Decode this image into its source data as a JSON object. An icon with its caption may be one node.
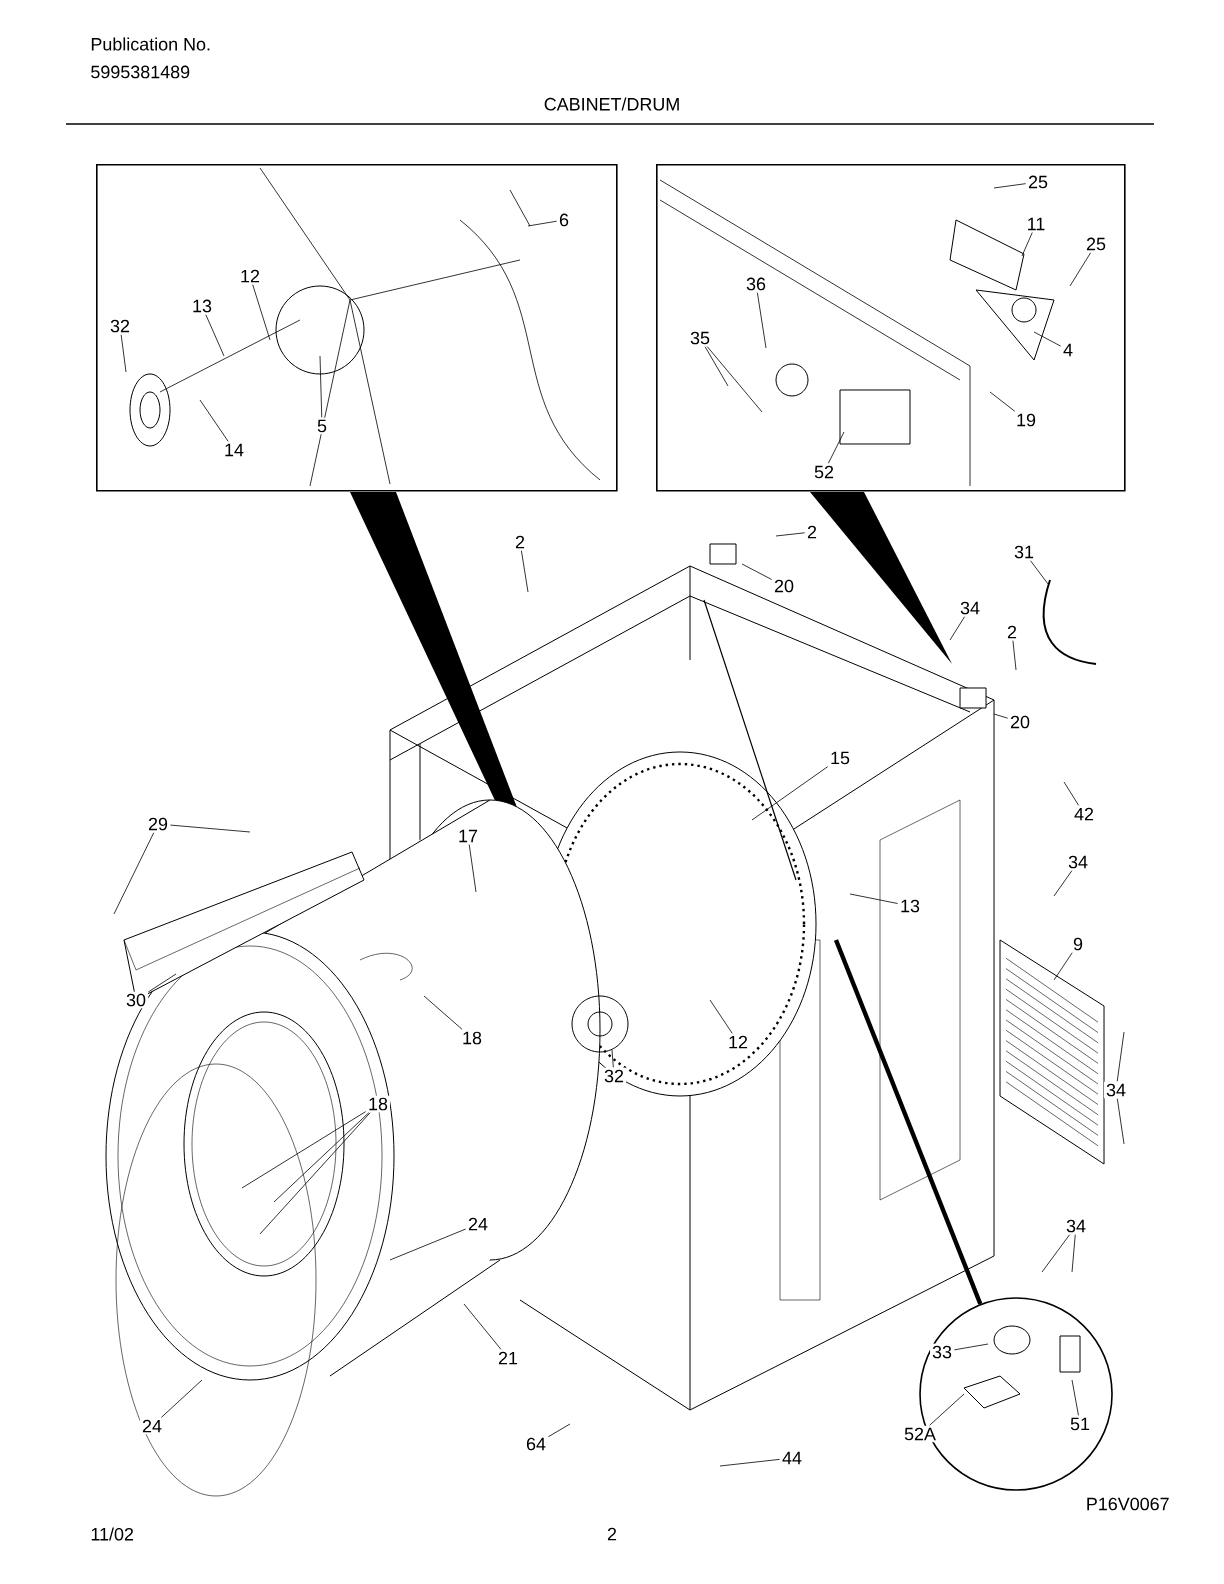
{
  "diagram": {
    "title": "CABINET/DRUM",
    "nodes": [
      {
        "text": [],
        "shape": "box"
      },
      {
        "text": [],
        "shape": "box"
      },
      {
        "text": [],
        "shape": "circle"
      },
      {
        "text": [
          "6"
        ],
        "in": 0
      },
      {
        "text": [
          "12"
        ],
        "in": 0
      },
      {
        "text": [
          "13"
        ],
        "in": 0
      },
      {
        "text": [
          "32"
        ],
        "in": 0
      },
      {
        "text": [
          "14"
        ],
        "in": 0
      },
      {
        "text": [
          "5"
        ],
        "in": 0
      },
      {
        "text": [
          "25"
        ],
        "in": 1
      },
      {
        "text": [
          "11"
        ],
        "in": 1
      },
      {
        "text": [
          "36"
        ],
        "in": 1
      },
      {
        "text": [
          "25"
        ],
        "in": 1
      },
      {
        "text": [
          "35"
        ],
        "in": 1
      },
      {
        "text": [
          "4"
        ],
        "in": 1
      },
      {
        "text": [
          "52"
        ],
        "in": 1
      },
      {
        "text": [
          "19"
        ],
        "in": 1
      },
      {
        "text": [
          "2"
        ]
      },
      {
        "text": [
          "2"
        ]
      },
      {
        "text": [
          "20"
        ]
      },
      {
        "text": [
          "31"
        ]
      },
      {
        "text": [
          "34"
        ]
      },
      {
        "text": [
          "2"
        ]
      },
      {
        "text": [
          "20"
        ]
      },
      {
        "text": [
          "15"
        ]
      },
      {
        "text": [
          "29"
        ]
      },
      {
        "text": [
          "17"
        ]
      },
      {
        "text": [
          "42"
        ]
      },
      {
        "text": [
          "13"
        ]
      },
      {
        "text": [
          "34"
        ]
      },
      {
        "text": [
          "30"
        ]
      },
      {
        "text": [
          "18"
        ]
      },
      {
        "text": [
          "9"
        ]
      },
      {
        "text": [
          "12"
        ]
      },
      {
        "text": [
          "18"
        ]
      },
      {
        "text": [
          "32"
        ]
      },
      {
        "text": [
          "34"
        ]
      },
      {
        "text": [
          "24"
        ]
      },
      {
        "text": [
          "34"
        ]
      },
      {
        "text": [
          "21"
        ]
      },
      {
        "text": [
          "24"
        ]
      },
      {
        "text": [
          "33"
        ],
        "in": 2
      },
      {
        "text": [
          "51"
        ],
        "in": 2
      },
      {
        "text": [
          "52A"
        ]
      },
      {
        "text": [
          "64"
        ]
      },
      {
        "text": [
          "44"
        ]
      }
    ],
    "edges": [
      {
        "from": 3,
        "to": null,
        "arrow": "none"
      },
      {
        "from": 4,
        "to": null,
        "arrow": "none"
      },
      {
        "from": 5,
        "to": null,
        "arrow": "none"
      },
      {
        "from": 6,
        "to": null,
        "arrow": "none"
      },
      {
        "from": 7,
        "to": null,
        "arrow": "none"
      },
      {
        "from": 8,
        "to": null,
        "arrow": "none"
      },
      {
        "from": 9,
        "to": null,
        "arrow": "none"
      },
      {
        "from": 10,
        "to": null,
        "arrow": "none"
      },
      {
        "from": 11,
        "to": null,
        "arrow": "none"
      },
      {
        "from": 12,
        "to": null,
        "arrow": "none"
      },
      {
        "from": 13,
        "to": null,
        "arrow": "none"
      },
      {
        "from": 13,
        "to": null,
        "arrow": "none"
      },
      {
        "from": 14,
        "to": null,
        "arrow": "none"
      },
      {
        "from": 15,
        "to": null,
        "arrow": "none"
      },
      {
        "from": 16,
        "to": null,
        "arrow": "none"
      },
      {
        "from": 17,
        "to": null,
        "arrow": "none"
      },
      {
        "from": 18,
        "to": null,
        "arrow": "none"
      },
      {
        "from": 19,
        "to": null,
        "arrow": "none"
      },
      {
        "from": 20,
        "to": null,
        "arrow": "none"
      },
      {
        "from": 21,
        "to": null,
        "arrow": "none"
      },
      {
        "from": 22,
        "to": null,
        "arrow": "none"
      },
      {
        "from": 23,
        "to": null,
        "arrow": "none"
      },
      {
        "from": 24,
        "to": null,
        "arrow": "none"
      },
      {
        "from": 25,
        "to": null,
        "arrow": "none"
      },
      {
        "from": 25,
        "to": null,
        "arrow": "none"
      },
      {
        "from": 26,
        "to": null,
        "arrow": "none"
      },
      {
        "from": 27,
        "to": null,
        "arrow": "none"
      },
      {
        "from": 28,
        "to": null,
        "arrow": "none"
      },
      {
        "from": 29,
        "to": null,
        "arrow": "none"
      },
      {
        "from": 30,
        "to": null,
        "arrow": "none"
      },
      {
        "from": 31,
        "to": null,
        "arrow": "none"
      },
      {
        "from": 32,
        "to": null,
        "arrow": "none"
      },
      {
        "from": 33,
        "to": null,
        "arrow": "none"
      },
      {
        "from": 34,
        "to": null,
        "arrow": "none"
      },
      {
        "from": 34,
        "to": null,
        "arrow": "none"
      },
      {
        "from": 34,
        "to": null,
        "arrow": "none"
      },
      {
        "from": 35,
        "to": null,
        "arrow": "none"
      },
      {
        "from": 36,
        "to": null,
        "arrow": "none"
      },
      {
        "from": 36,
        "to": null,
        "arrow": "none"
      },
      {
        "from": 37,
        "to": null,
        "arrow": "none"
      },
      {
        "from": 38,
        "to": null,
        "arrow": "none"
      },
      {
        "from": 38,
        "to": null,
        "arrow": "none"
      },
      {
        "from": 39,
        "to": null,
        "arrow": "none"
      },
      {
        "from": 40,
        "to": null,
        "arrow": "none"
      },
      {
        "from": 41,
        "to": null,
        "arrow": "none"
      },
      {
        "from": 42,
        "to": null,
        "arrow": "none"
      },
      {
        "from": 43,
        "to": null,
        "arrow": "none"
      },
      {
        "from": 44,
        "to": null,
        "arrow": "none"
      },
      {
        "from": 45,
        "to": null,
        "arrow": "none"
      },
      {
        "from": 2,
        "to": null,
        "arrow": "none",
        "style": "thick"
      }
    ],
    "labels": [
      "Publication No.",
      "5995381489",
      "11/02",
      "2",
      "P16V0067"
    ]
  }
}
